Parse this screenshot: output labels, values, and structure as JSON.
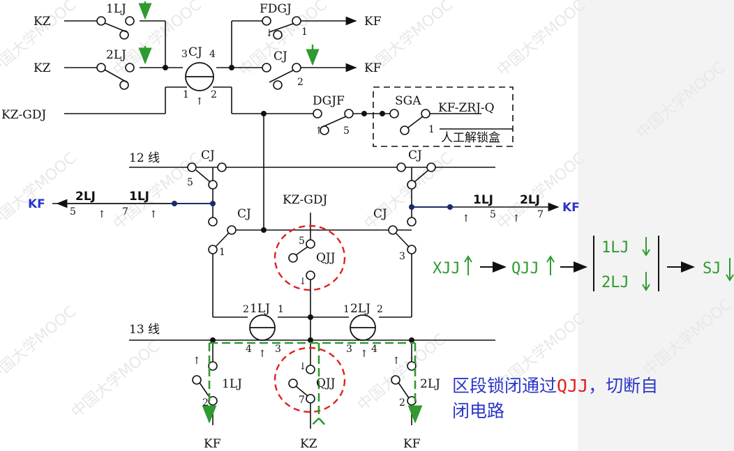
{
  "labels": {
    "kz": "KZ",
    "kz_gdj": "KZ-GDJ",
    "kf": "KF",
    "lj1": "1LJ",
    "lj2": "2LJ",
    "cj": "CJ",
    "fdgj": "FDGJ",
    "dgjf": "DGJF",
    "sga": "SGA",
    "kf_zrj_q": "KF-ZRJ-Q",
    "manual_box": "人工解锁盒",
    "line12": "12 线",
    "line13": "13 线",
    "qjj": "QJJ",
    "n1": "1",
    "n2": "2",
    "n3": "3",
    "n4": "4",
    "n5": "5",
    "n7": "7",
    "up_arrow": "↑",
    "down_arrow": "↓"
  },
  "sequence": {
    "xjj": "XJJ",
    "qjj": "QJJ",
    "lj1": "1LJ",
    "lj2": "2LJ",
    "sj": "SJ"
  },
  "note": {
    "part1": "区段锁闭通过",
    "highlight": "QJJ",
    "part2": "，切断自闭电路"
  },
  "watermark": "中国大学MOOC",
  "colors": {
    "wire": "#111111",
    "blue": "#2a36c8",
    "green": "#2f9a2f",
    "red": "#e02020",
    "panel": "#f3f3f3"
  }
}
